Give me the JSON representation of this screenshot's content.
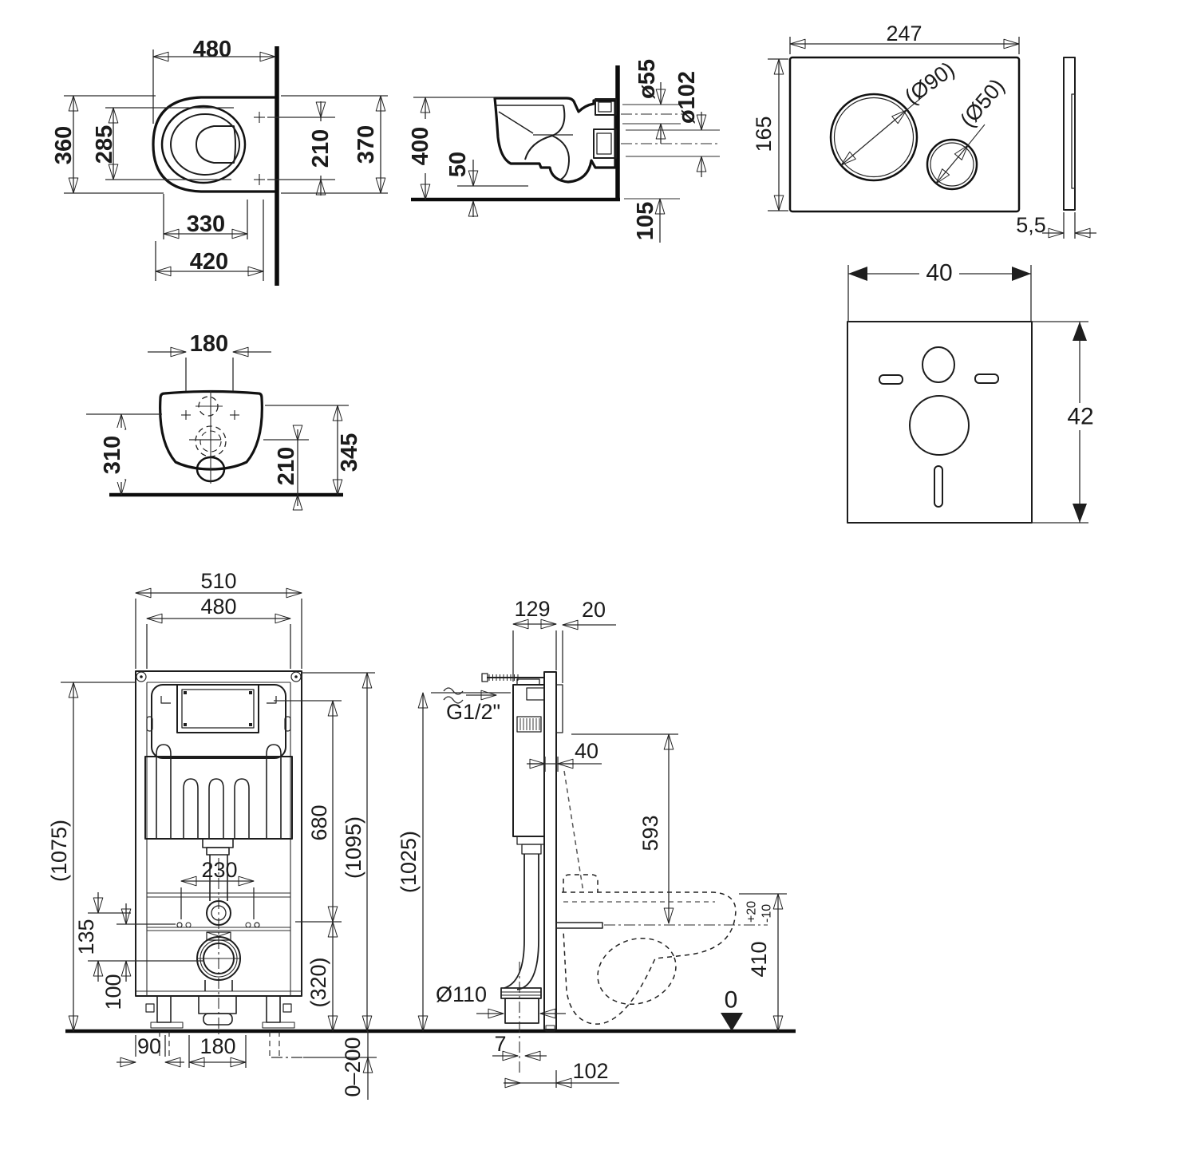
{
  "views": {
    "toilet_top": {
      "w480": "480",
      "h360": "360",
      "h285": "285",
      "w330": "330",
      "w420": "420",
      "h210": "210",
      "h370": "370"
    },
    "toilet_side": {
      "h400": "400",
      "h50": "50",
      "d55": "ø55",
      "d102": "ø102",
      "h105": "105"
    },
    "flush_plate": {
      "w247": "247",
      "h165": "165",
      "d90": "(Ø90)",
      "d50": "(Ø50)",
      "t55": "5,5"
    },
    "toilet_rear": {
      "w180": "180",
      "h310": "310",
      "h210": "210",
      "h345": "345"
    },
    "sound_mat": {
      "w40": "40",
      "h42": "42"
    },
    "frame_front": {
      "w510": "510",
      "w480": "480",
      "h1075": "(1075)",
      "h680": "680",
      "h1095": "(1095)",
      "w230": "230",
      "h135": "135",
      "h100": "100",
      "h320": "(320)",
      "w90": "90",
      "w180": "180",
      "h0200": "0–200"
    },
    "frame_side": {
      "w129": "129",
      "w20": "20",
      "thread": "G1/2\"",
      "w40": "40",
      "h593": "593",
      "h1025": "(1025)",
      "d110": "Ø110",
      "w7": "7",
      "w102": "102",
      "h410": "410",
      "tol_plus": "+20",
      "tol_minus": "-10",
      "zero": "0"
    }
  }
}
